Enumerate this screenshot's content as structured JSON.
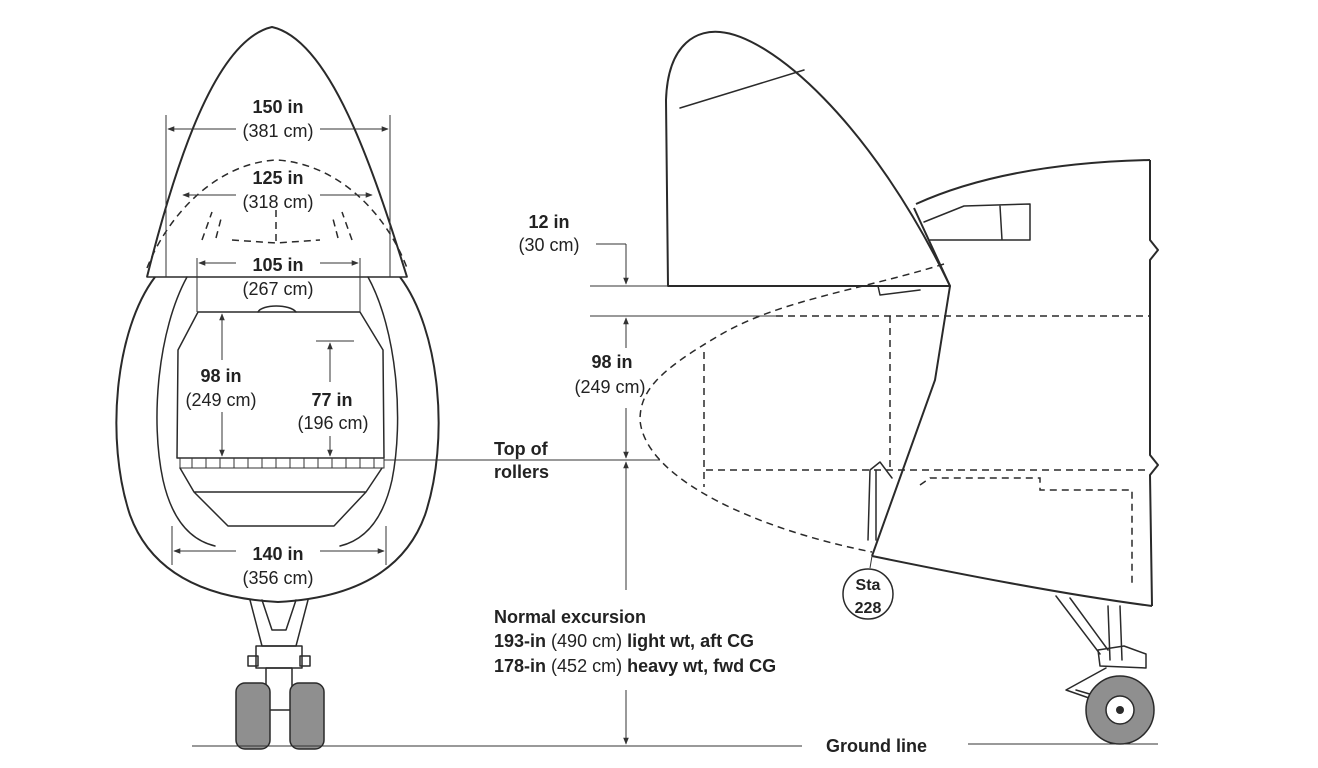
{
  "front_view": {
    "width_upper": {
      "imperial": "150 in",
      "metric": "(381 cm)"
    },
    "width_mid": {
      "imperial": "125 in",
      "metric": "(318 cm)"
    },
    "width_top": {
      "imperial": "105 in",
      "metric": "(267 cm)"
    },
    "width_floor": {
      "imperial": "140 in",
      "metric": "(356 cm)"
    },
    "height_side": {
      "imperial": "98 in",
      "metric": "(249 cm)"
    },
    "height_center": {
      "imperial": "77 in",
      "metric": "(196 cm)"
    }
  },
  "side_view": {
    "nose_gap": {
      "imperial": "12 in",
      "metric": "(30 cm)"
    },
    "door_height": {
      "imperial": "98 in",
      "metric": "(249 cm)"
    },
    "rollers_label_line1": "Top of",
    "rollers_label_line2": "rollers",
    "station": {
      "line1": "Sta",
      "line2": "228"
    },
    "excursion": {
      "title": "Normal excursion",
      "light": {
        "imperial": "193-in",
        "metric": "(490 cm)",
        "note": "light wt, aft CG"
      },
      "heavy": {
        "imperial": "178-in",
        "metric": "(452 cm)",
        "note": "heavy wt, fwd CG"
      }
    },
    "ground_line": "Ground line"
  }
}
